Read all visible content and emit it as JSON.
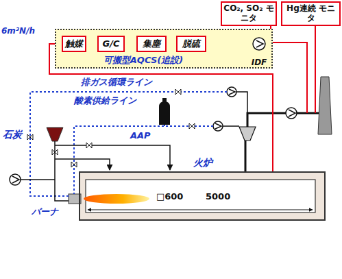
{
  "diagram": {
    "nodes": [
      {
        "text": [
          "CO₂, SO₂ モニタ"
        ]
      },
      {
        "text": [
          "Hg連続 モニタ"
        ]
      },
      {
        "text": [
          "可搬型AQCS(追設)"
        ]
      },
      {
        "text": [
          "触媒"
        ],
        "in": 2
      },
      {
        "text": [
          "G/C"
        ],
        "in": 2
      },
      {
        "text": [
          "集塵"
        ],
        "in": 2
      },
      {
        "text": [
          "脱硫"
        ],
        "in": 2
      },
      {
        "text": [
          "IDF"
        ],
        "in": 2
      },
      {
        "text": [
          "火炉"
        ]
      }
    ],
    "edges": [
      {
        "from": 3,
        "to": 4,
        "arrow": "to"
      },
      {
        "from": 4,
        "to": 5,
        "arrow": "to"
      },
      {
        "from": 5,
        "to": 6,
        "arrow": "to"
      },
      {
        "from": 6,
        "to": 7,
        "arrow": "to"
      },
      {
        "from": 8,
        "to": 3,
        "arrow": "to",
        "label": "6m³N/h"
      }
    ],
    "labels": [
      "排ガス循環ライン",
      "酸素供給ライン",
      "石炭",
      "AAP",
      "バーナ",
      "□600",
      "5000"
    ]
  }
}
